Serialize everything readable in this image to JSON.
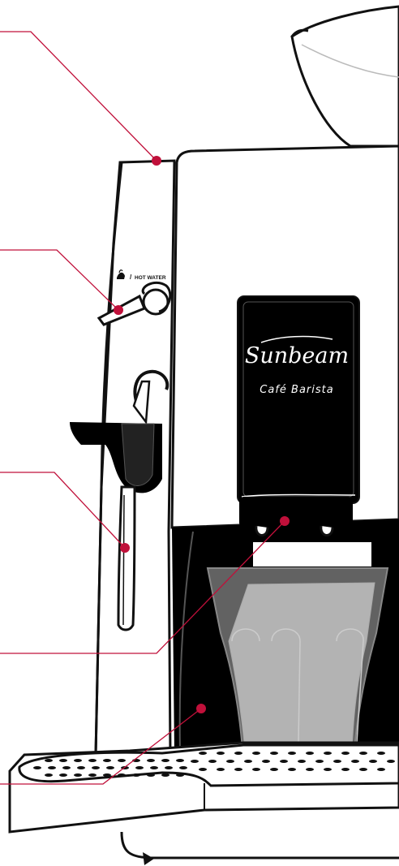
{
  "control_label": "HOT WATER",
  "brand_name": "Sunbeam",
  "model_name": "Café Barista",
  "colors": {
    "leader": "#c0103a",
    "line": "#111111",
    "panel": "#000000",
    "glass": "#9a9a9a"
  },
  "icons": [
    "steam-icon"
  ]
}
